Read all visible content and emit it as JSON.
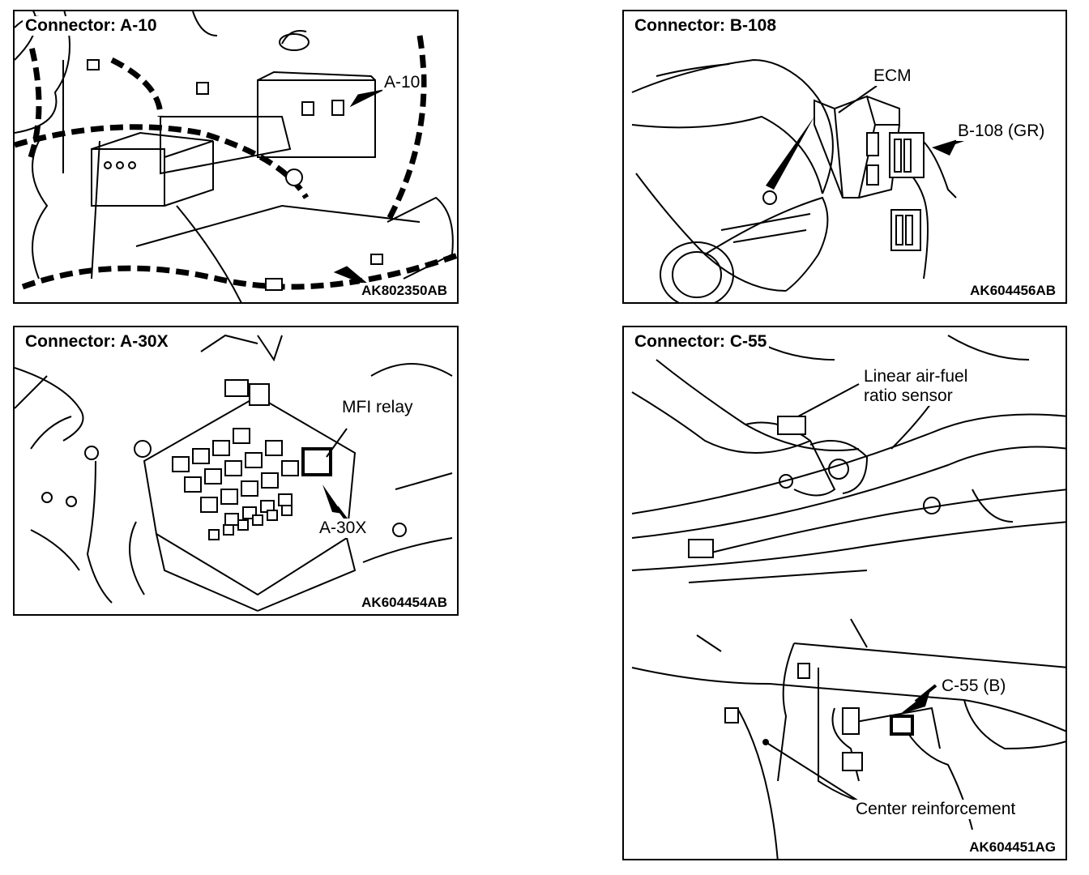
{
  "panels": {
    "a10": {
      "title": "Connector: A-10",
      "code": "AK802350AB",
      "callout": "A-10"
    },
    "b108": {
      "title": "Connector: B-108",
      "code": "AK604456AB",
      "ecm": "ECM",
      "callout": "B-108 (GR)"
    },
    "a30x": {
      "title": "Connector: A-30X",
      "code": "AK604454AB",
      "relay": "MFI relay",
      "callout": "A-30X"
    },
    "c55": {
      "title": "Connector: C-55",
      "code": "AK604451AG",
      "sensor_line1": "Linear air-fuel",
      "sensor_line2": "ratio sensor",
      "callout": "C-55 (B)",
      "reinforcement": "Center reinforcement"
    }
  }
}
